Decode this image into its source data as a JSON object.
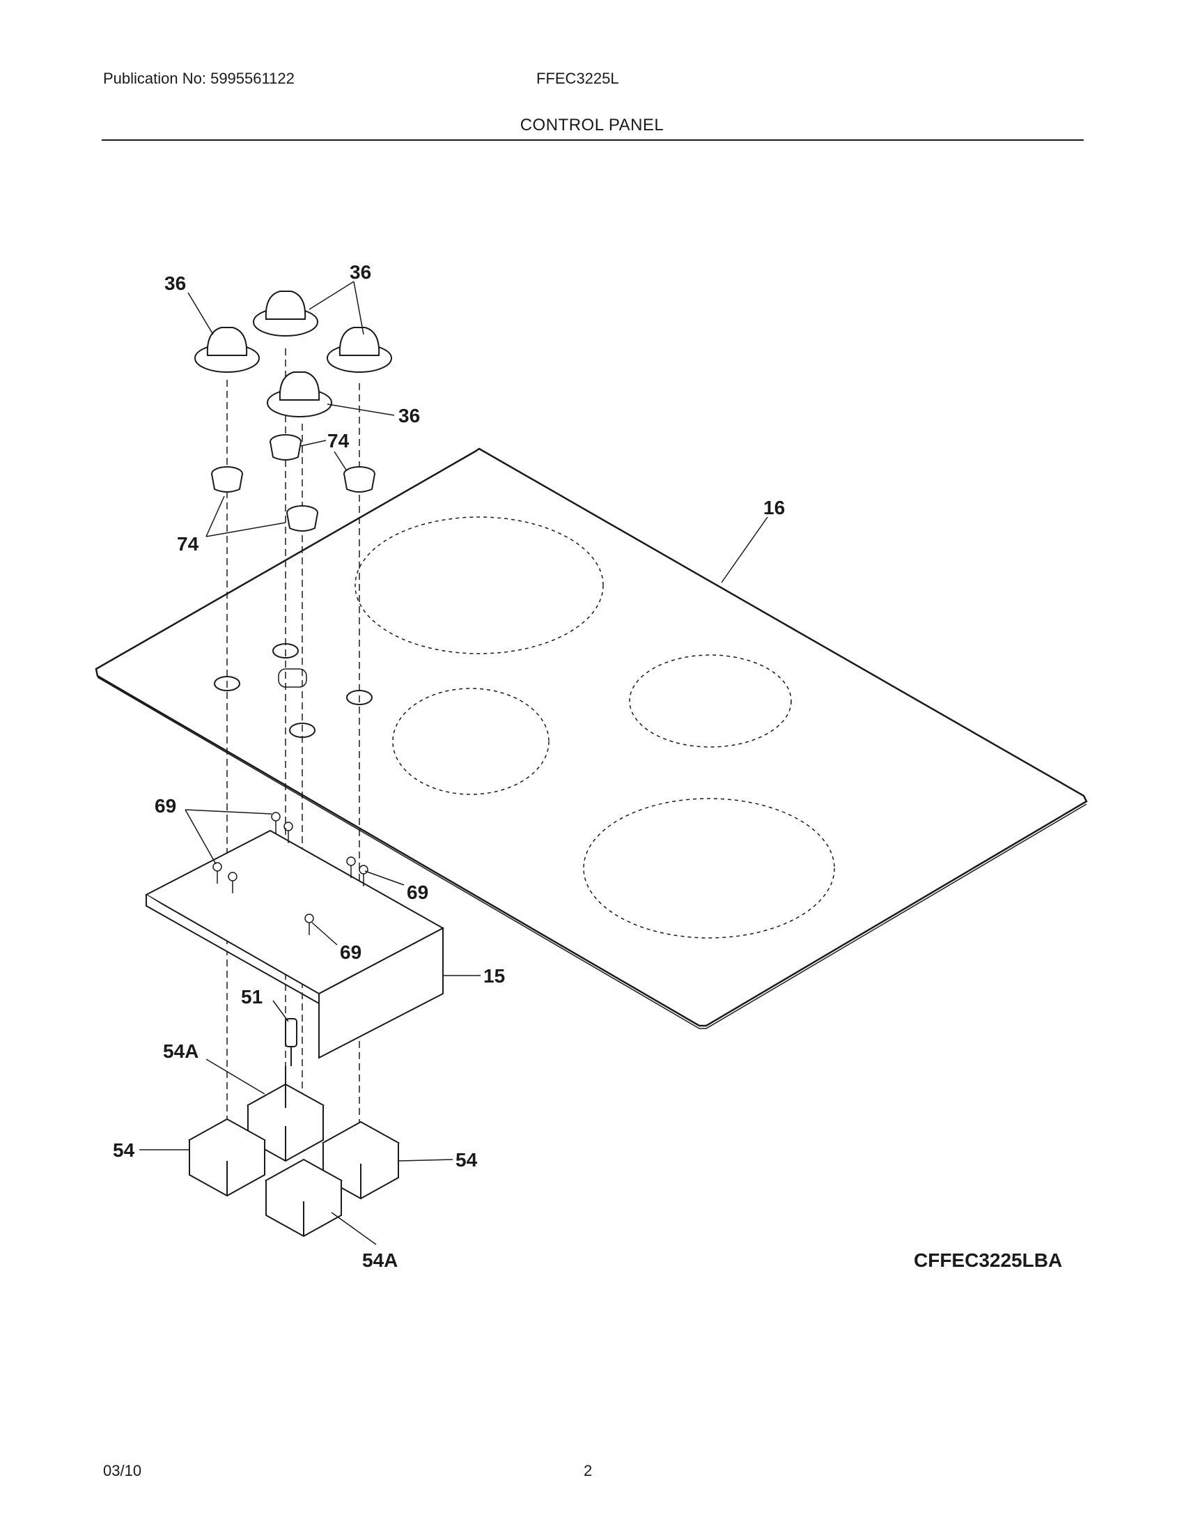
{
  "header": {
    "publication": "Publication No: 5995561122",
    "model": "FFEC3225L",
    "section_title": "CONTROL PANEL"
  },
  "diagram": {
    "callouts": {
      "knob_a": "36",
      "knob_b": "36",
      "knob_c": "36",
      "bezel_a": "74",
      "bezel_b": "74",
      "cooktop": "16",
      "screw_a": "69",
      "screw_b": "69",
      "screw_c": "69",
      "bracket": "15",
      "light": "51",
      "switch_a": "54A",
      "switch_b": "54",
      "switch_c": "54",
      "switch_d": "54A"
    },
    "model_code": "CFFEC3225LBA"
  },
  "footer": {
    "date": "03/10",
    "page_number": "2"
  }
}
